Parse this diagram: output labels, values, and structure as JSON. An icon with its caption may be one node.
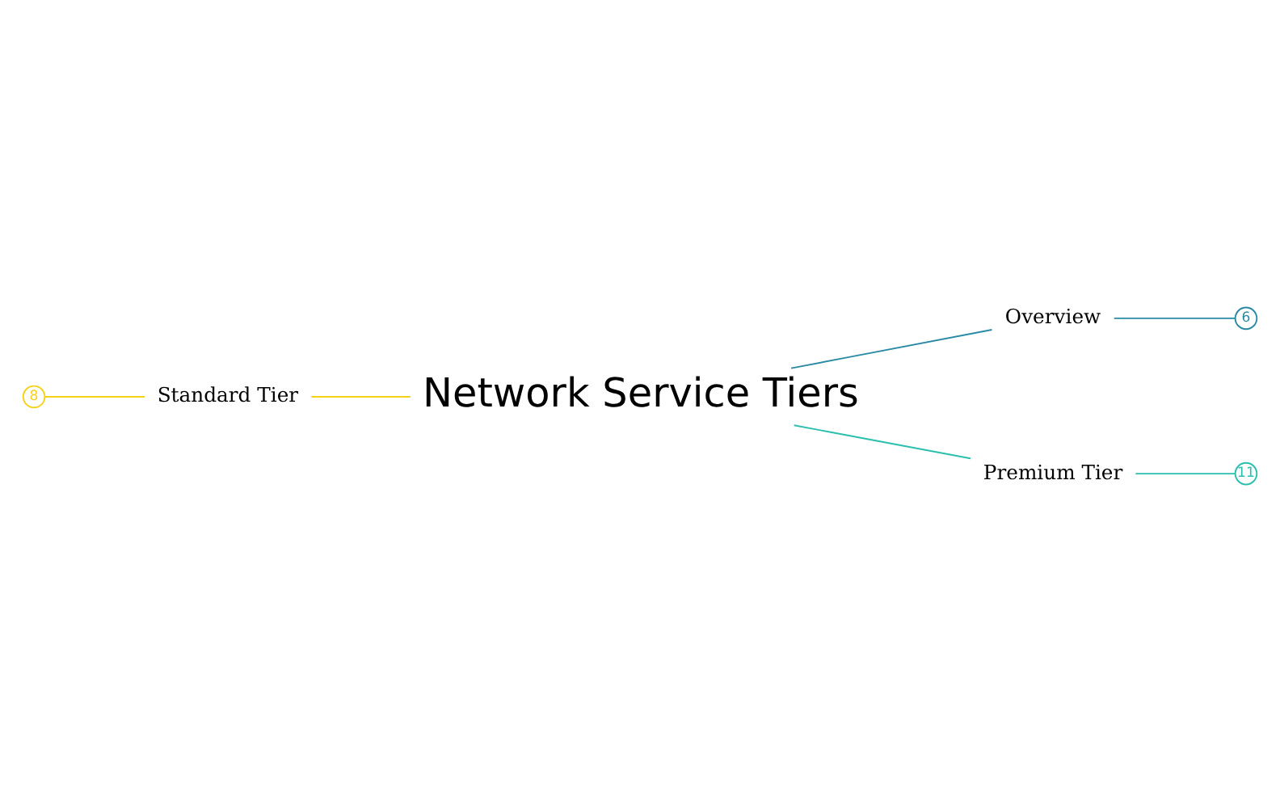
{
  "diagram": {
    "nodes": [
      {
        "text": [
          "Network Service Tiers"
        ]
      },
      {
        "text": [
          "Overview"
        ]
      },
      {
        "text": [
          "Premium Tier"
        ]
      },
      {
        "text": [
          "Standard Tier"
        ]
      },
      {
        "text": [
          "6"
        ]
      },
      {
        "text": [
          "11"
        ]
      },
      {
        "text": [
          "8"
        ]
      }
    ],
    "edges": [
      {
        "from": 0,
        "to": 1,
        "arrow": "none",
        "color": "#2a8aa5"
      },
      {
        "from": 0,
        "to": 2,
        "arrow": "none",
        "color": "#2bbfae"
      },
      {
        "from": 0,
        "to": 3,
        "arrow": "none",
        "color": "#f5d118"
      },
      {
        "from": 1,
        "to": 4,
        "arrow": "none",
        "color": "#2a8aa5"
      },
      {
        "from": 2,
        "to": 5,
        "arrow": "none",
        "color": "#2bbfae"
      },
      {
        "from": 3,
        "to": 6,
        "arrow": "none",
        "color": "#f5d118"
      }
    ]
  }
}
